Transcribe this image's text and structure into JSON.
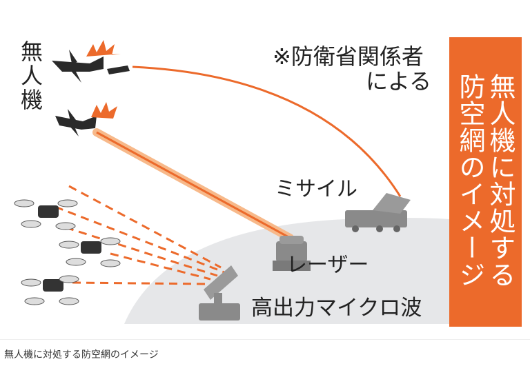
{
  "figure": {
    "labels": {
      "drones": "無人機",
      "source_note_line1": "※防衛省関係者",
      "source_note_line2": "による",
      "missile": "ミサイル",
      "laser": "レーザー",
      "microwave": "高出力マイクロ波"
    },
    "title_box": {
      "line1": "無人機に対処する",
      "line2": "防空網のイメージ"
    },
    "colors": {
      "accent": "#ec6a2b",
      "laser": "#f4a060",
      "ground": "#e6e7e9",
      "equipment": "#8a8a8a"
    }
  },
  "caption": "無人機に対処する防空網のイメージ"
}
